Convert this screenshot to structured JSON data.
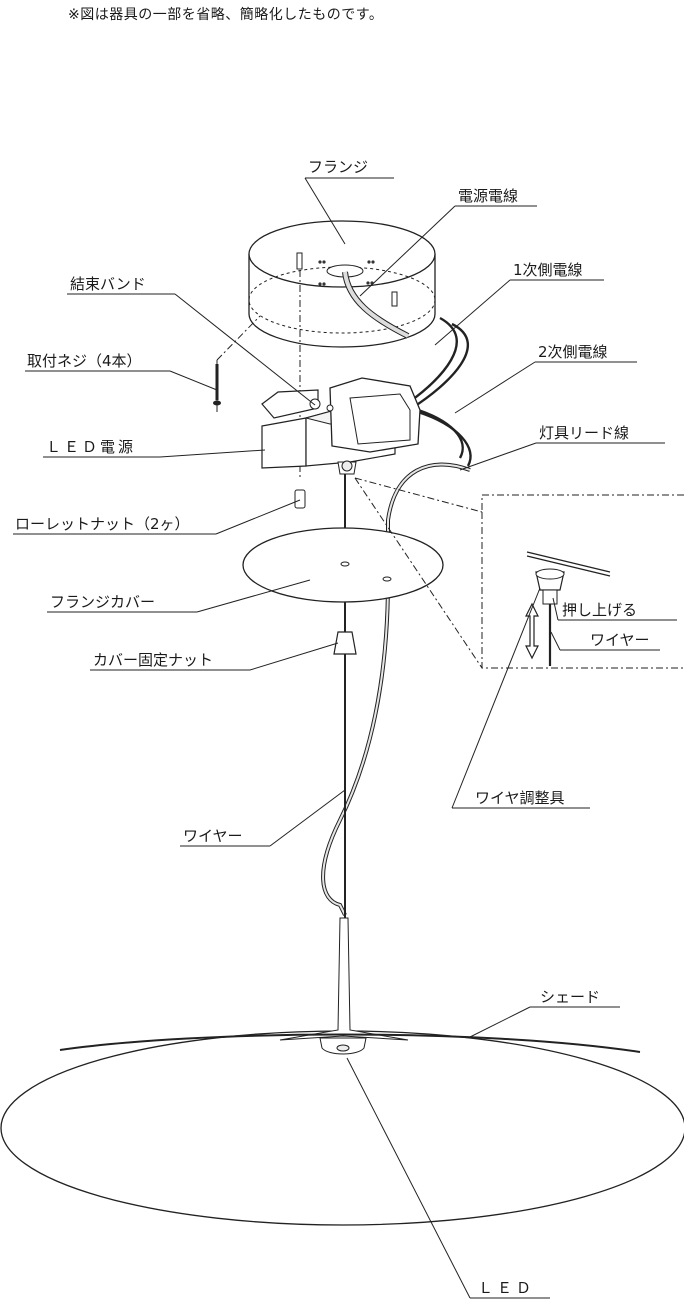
{
  "note": "※図は器具の一部を省略、簡略化したものです。",
  "labels": {
    "flange": "フランジ",
    "power_cable": "電源電線",
    "primary_cable": "1次側電線",
    "binding_band": "結束バンド",
    "secondary_cable": "2次側電線",
    "mount_screw": "取付ネジ（4本）",
    "led_power": "ＬＥＤ電源",
    "fixture_lead": "灯具リード線",
    "knurled_nut": "ローレットナット（2ヶ）",
    "flange_cover": "フランジカバー",
    "push_up": "押し上げる",
    "cover_nut": "カバー固定ナット",
    "wire_detail": "ワイヤー",
    "wire_adjuster": "ワイヤ調整具",
    "wire": "ワイヤー",
    "shade": "シェード",
    "led": "ＬＥＤ"
  }
}
